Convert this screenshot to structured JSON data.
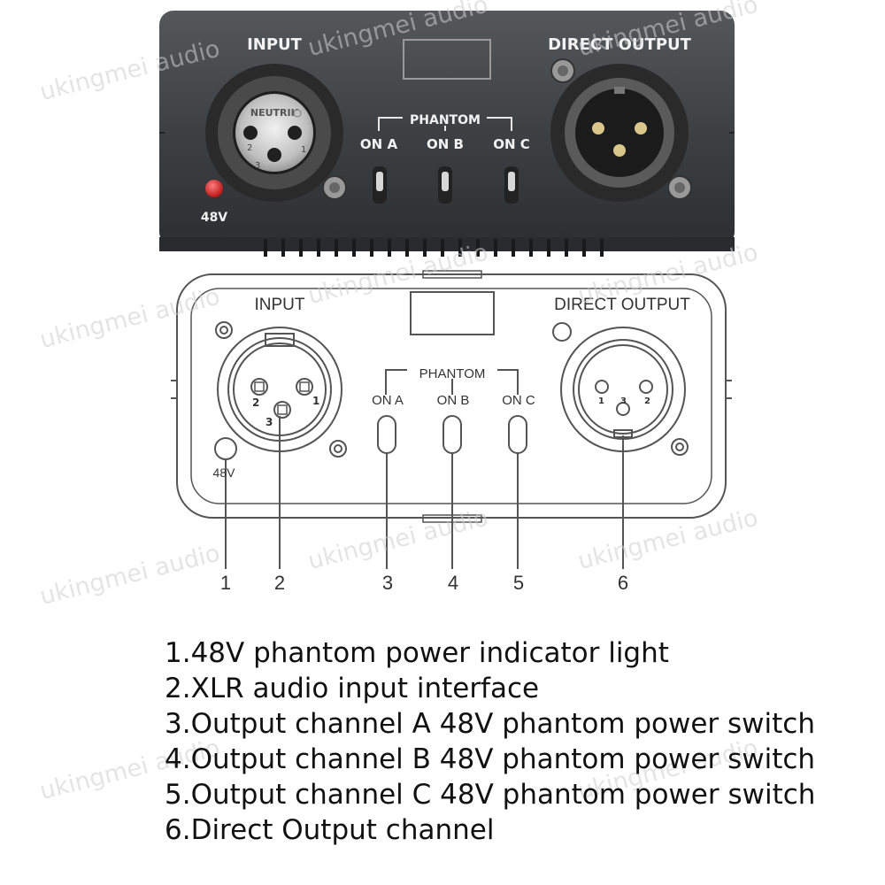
{
  "photo_panel": {
    "input_label": "INPUT",
    "direct_output_label": "DIRECT OUTPUT",
    "phantom_label": "PHANTOM",
    "switch_labels": [
      "ON A",
      "ON B",
      "ON C"
    ],
    "led_label": "48V",
    "connector_brand": "NEUTRIK",
    "input_pin_numbers": [
      "1",
      "2",
      "3"
    ]
  },
  "drawing_panel": {
    "input_label": "INPUT",
    "direct_output_label": "DIRECT OUTPUT",
    "phantom_label": "PHANTOM",
    "switch_labels": [
      "ON A",
      "ON B",
      "ON C"
    ],
    "led_label": "48V",
    "input_pin_numbers": [
      "1",
      "2",
      "3"
    ],
    "output_pin_numbers": [
      "1",
      "3",
      "2"
    ]
  },
  "callout_numbers": [
    "1",
    "2",
    "3",
    "4",
    "5",
    "6"
  ],
  "legend": [
    "1.48V phantom power indicator light",
    "2.XLR audio input interface",
    "3.Output channel A 48V phantom power switch",
    "4.Output channel B 48V phantom power switch",
    "5.Output channel C 48V phantom power switch",
    "6.Direct Output channel"
  ],
  "watermark_text": "ukingmei audio",
  "colors": {
    "panel_dark": "#3e4144",
    "panel_text": "#f2f2f2",
    "led_red": "#d81e1e",
    "line": "#555555"
  }
}
